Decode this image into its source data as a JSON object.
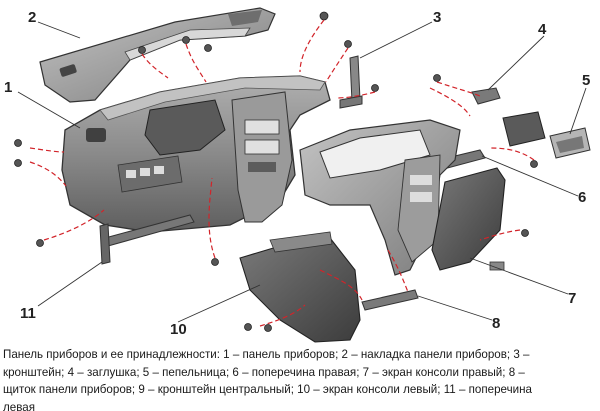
{
  "callouts": {
    "c1": "1",
    "c2": "2",
    "c3": "3",
    "c4": "4",
    "c5": "5",
    "c6": "6",
    "c7": "7",
    "c8": "8",
    "c10": "10",
    "c11": "11"
  },
  "caption": {
    "line1": "Панель приборов и ее принадлежности: 1 – панель приборов; 2 – накладка панели приборов; 3 –",
    "line2": "кронштейн; 4 – заглушка; 5 – пепельница; 6 – поперечина правая; 7 – экран консоли правый; 8 –",
    "line3": "щиток панели приборов; 9 – кронштейн центральный; 10 – экран консоли левый; 11 – поперечина",
    "line4": "левая"
  },
  "colors": {
    "part_fill": "#8c8c8c",
    "part_dark": "#4d4d4d",
    "part_light": "#bdbdbd",
    "guide_line": "#d2242a",
    "leader_line": "#333333"
  }
}
